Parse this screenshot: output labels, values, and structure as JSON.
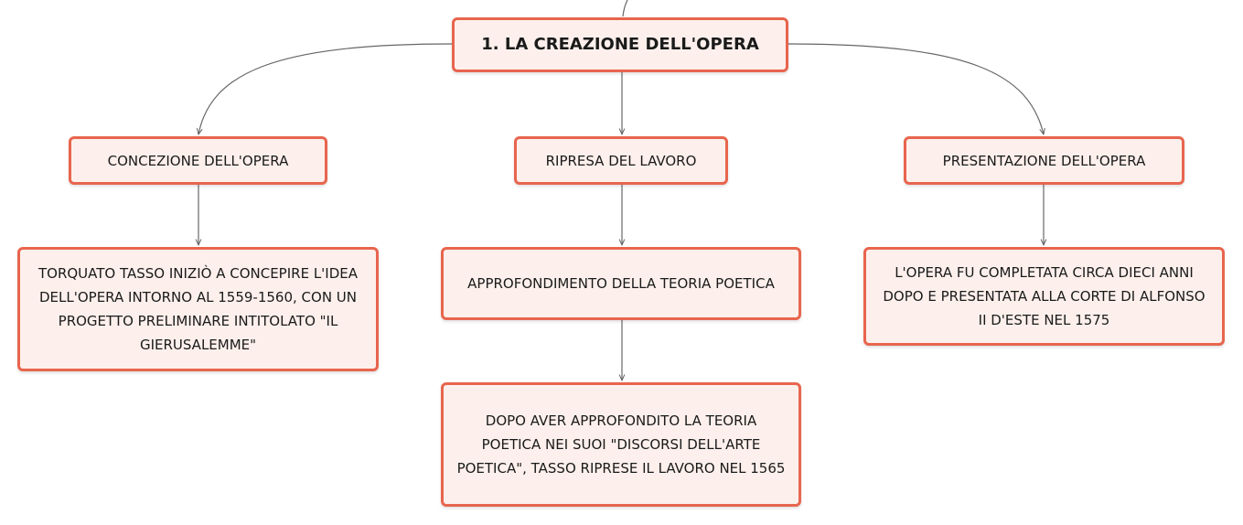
{
  "root": {
    "label": "1. LA CREAZIONE DELL'OPERA"
  },
  "topics": [
    {
      "label": "CONCEZIONE DELL'OPERA"
    },
    {
      "label": "RIPRESA DEL LAVORO"
    },
    {
      "label": "PRESENTAZIONE DELL'OPERA"
    }
  ],
  "details": [
    {
      "label": "TORQUATO TASSO INIZIÒ A CONCEPIRE L'IDEA DELL'OPERA INTORNO AL 1559-1560, CON UN PROGETTO PRELIMINARE INTITOLATO \"IL GIERUSALEMME\""
    },
    {
      "label": "APPROFONDIMENTO DELLA TEORIA POETICA"
    },
    {
      "label": "L'OPERA FU COMPLETATA CIRCA DIECI ANNI DOPO E PRESENTATA ALLA CORTE DI ALFONSO II D'ESTE NEL 1575"
    },
    {
      "label": "DOPO AVER APPROFONDITO LA TEORIA POETICA NEI SUOI \"DISCORSI DELL'ARTE POETICA\", TASSO RIPRESE IL LAVORO NEL 1565"
    }
  ],
  "colors": {
    "node_border": "#e8654e",
    "node_fill": "#fdf0ec",
    "connector": "#666666"
  }
}
